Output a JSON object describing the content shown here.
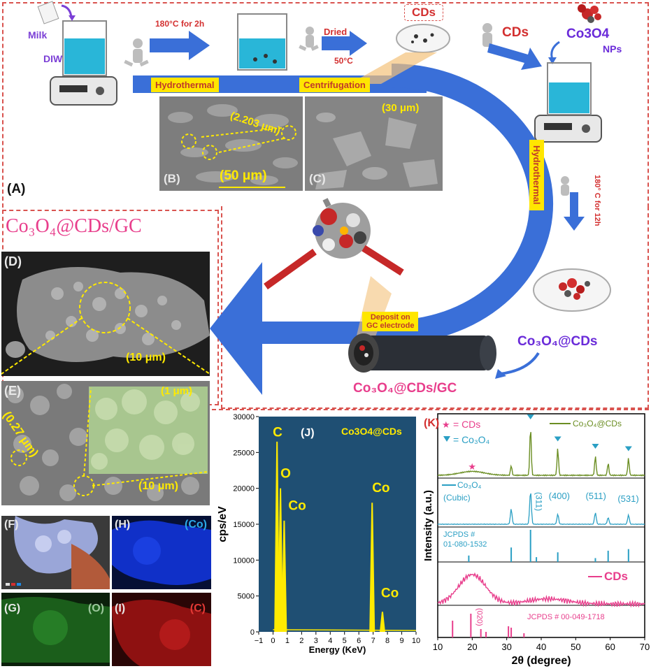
{
  "panel_A": {
    "label": "(A)",
    "milk": "Milk",
    "diw": "DIW",
    "step1": "180°C for 2h",
    "hydrothermal": "Hydrothermal",
    "centrifugation": "Centrifugation",
    "dried": "Dried",
    "dried_temp": "50°C",
    "cds_box": "CDs",
    "cds_arrow": "CDs",
    "co3o4": "Co3O4",
    "nps": "NPs",
    "hydrothermal_vertical": "Hydrothermal",
    "temp_vertical": "180° C for 12h",
    "deposit_line1": "Deposit on",
    "deposit_line2": "GC electrode",
    "co3o4_cds": "Co₃O₄@CDs",
    "co3o4_cds_gc": "Co₃O₄@CDs/GC"
  },
  "panel_B": {
    "label": "(B)",
    "scale": "(50 μm)",
    "measure": "(2.203 μm)"
  },
  "panel_C": {
    "label": "(C)",
    "scale": "(30 μm)"
  },
  "composite_title": "Co₃O₄@CDs/GC",
  "panel_D": {
    "label": "(D)",
    "scale": "(10 μm)"
  },
  "panel_E": {
    "label": "(E)",
    "scale1": "(1 μm)",
    "scale2": "(10 μm)",
    "measure": "(0.27 μm)"
  },
  "panel_F": {
    "label": "(F)"
  },
  "panel_G": {
    "label": "(G)",
    "element": "(O)"
  },
  "panel_H": {
    "label": "(H)",
    "element": "(Co)"
  },
  "panel_I": {
    "label": "(I)",
    "element": "(C)"
  },
  "colors": {
    "dash": "#d9534f",
    "arrow_blue": "#3a6fd8",
    "banner": "#ffe600",
    "pink": "#e83e8c",
    "purple": "#6a2bd9",
    "eds_bg": "#1f4f73",
    "eds_peak": "#ffea00",
    "xrd_green": "#6b8e23",
    "xrd_cyan": "#2a9fc4"
  },
  "chart_data": [
    {
      "type": "bar",
      "panel_label": "(J)",
      "title": "Co3O4@CDs",
      "xlabel": "Energy (KeV)",
      "ylabel": "cps/eV",
      "xlim": [
        -1,
        10
      ],
      "ylim": [
        0,
        30000
      ],
      "xticks": [
        "-1",
        "0",
        "1",
        "2",
        "3",
        "4",
        "5",
        "6",
        "7",
        "8",
        "9",
        "10"
      ],
      "yticks": [
        "0",
        "5000",
        "10000",
        "15000",
        "20000",
        "25000",
        "30000"
      ],
      "peaks": [
        {
          "label": "C",
          "x": 0.28,
          "y": 26500
        },
        {
          "label": "O",
          "x": 0.52,
          "y": 20000
        },
        {
          "label": "Co",
          "x": 0.78,
          "y": 15500
        },
        {
          "label": "Co",
          "x": 6.93,
          "y": 18000
        },
        {
          "label": "Co",
          "x": 7.65,
          "y": 2800
        }
      ]
    },
    {
      "type": "line",
      "panel_label": "(K)",
      "xlabel": "2θ (degree)",
      "ylabel": "Intensity (a.u.)",
      "xlim": [
        10,
        70
      ],
      "xticks": [
        "10",
        "20",
        "30",
        "40",
        "50",
        "60",
        "70"
      ],
      "legend": {
        "cds": "= CDs",
        "co3o4": "= Co₃O₄"
      },
      "series": [
        {
          "name": "Co₃O₄@CDs",
          "peaks": [
            20,
            31.3,
            36.9,
            44.8,
            55.7,
            59.4,
            65.3
          ],
          "heights": [
            0.12,
            0.2,
            1.0,
            0.55,
            0.4,
            0.25,
            0.35
          ]
        },
        {
          "name": "Co₃O₄ (Cubic)",
          "peaks": [
            31.3,
            36.9,
            44.8,
            55.7,
            59.4,
            65.3
          ],
          "heights": [
            0.45,
            1.0,
            0.3,
            0.35,
            0.2,
            0.28
          ],
          "miller": [
            "(311)",
            "(400)",
            "(511)",
            "(531)"
          ],
          "name_line1": "Co₃O₄",
          "name_line2": "(Cubic)"
        },
        {
          "name": "JCPDS # 01-080-1532",
          "sticks": [
            19.0,
            31.3,
            36.9,
            38.6,
            44.8,
            55.7,
            59.4,
            65.3
          ],
          "heights": [
            0.2,
            0.45,
            1.0,
            0.15,
            0.3,
            0.12,
            0.35,
            0.4
          ],
          "name_line1": "JCPDS #",
          "name_line2": "01-080-1532"
        },
        {
          "name": "CDs",
          "broad_center": 20,
          "width": 6
        },
        {
          "name": "JCPDS # 00-049-1718",
          "sticks": [
            14.3,
            19.6,
            22.5,
            24.0,
            30.5,
            31.3,
            35.0
          ],
          "heights": [
            0.6,
            0.85,
            0.3,
            0.2,
            0.4,
            0.35,
            0.15
          ],
          "miller": [
            "(020)"
          ]
        }
      ]
    }
  ]
}
